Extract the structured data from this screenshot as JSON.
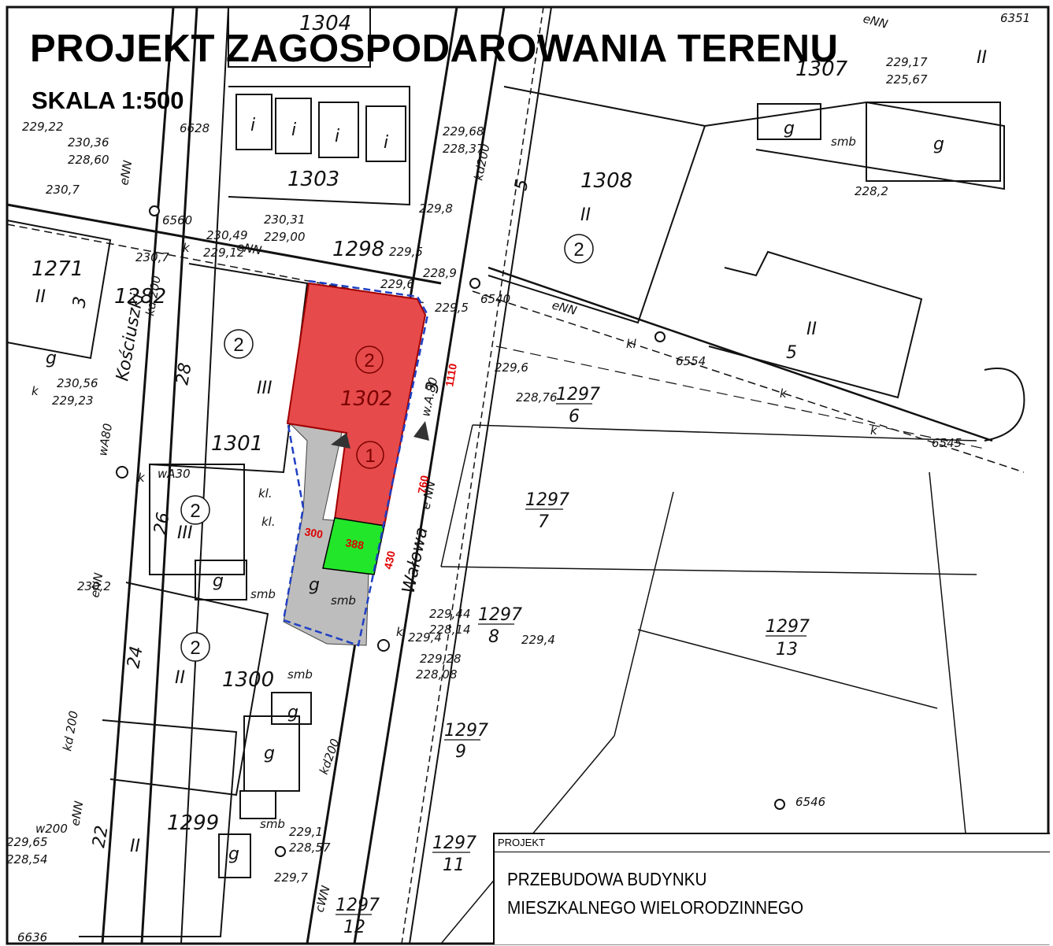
{
  "title": "PROJEKT ZAGOSPODAROWANIA TERENU",
  "scale": "SKALA 1:500",
  "title_block": {
    "label": "PROJEKT",
    "line1": "PRZEBUDOWA BUDYNKU",
    "line2": "MIESZKALNEGO WIELORODZINNEGO"
  },
  "colors": {
    "site_fill": "#e64a4a",
    "green_area": "#22e62a",
    "boundary": "#1f3fc4",
    "paved_fill": "#bdbdbd",
    "dimension_text": "#e00000"
  },
  "parcels": [
    "1304",
    "1303",
    "1298",
    "1271",
    "1282",
    "1301",
    "1302",
    "1300",
    "1299",
    "1307",
    "1308",
    "5",
    "6545",
    "6546",
    "6351",
    "6554",
    "6540",
    "6628",
    "6560",
    "6636"
  ],
  "parcel_fractions": [
    {
      "num": "1297",
      "den": "6"
    },
    {
      "num": "1297",
      "den": "7"
    },
    {
      "num": "1297",
      "den": "8"
    },
    {
      "num": "1297",
      "den": "13"
    },
    {
      "num": "1297",
      "den": "9"
    },
    {
      "num": "1297",
      "den": "11"
    },
    {
      "num": "1297",
      "den": "12"
    }
  ],
  "building_floors": [
    "II",
    "III",
    "III",
    "II",
    "II",
    "II",
    "II",
    "II"
  ],
  "house_numbers": [
    "28",
    "26",
    "24",
    "22",
    "3",
    "5",
    "3"
  ],
  "building_codes": [
    "g",
    "g",
    "g",
    "g",
    "g",
    "g",
    "g",
    "g",
    "smb",
    "smb",
    "smb",
    "smb",
    "smb",
    "i",
    "i",
    "i",
    "i",
    "kl",
    "kl.",
    "kl.",
    "k",
    "k",
    "k",
    "k",
    "k",
    "k"
  ],
  "circled_numbers": [
    "2",
    "2",
    "2",
    "2",
    "2",
    "1"
  ],
  "streets": [
    "Kościuszki",
    "Wałowa"
  ],
  "utilities": [
    "eNN",
    "eNN",
    "eNN",
    "eNN",
    "eNN",
    "eNN",
    "e NN",
    "wA30",
    "wA80",
    "w.A.80",
    "w200",
    "kd 200",
    "kd 200",
    "kd200",
    "kd200",
    "cWN"
  ],
  "elevations": [
    "230,49",
    "229,12",
    "230,31",
    "229,00",
    "229,5",
    "229,6",
    "228,9",
    "229,5",
    "229,6",
    "228,76",
    "229,68",
    "228,37",
    "229,8",
    "230,56",
    "229,23",
    "229,22",
    "230,36",
    "228,60",
    "230,7",
    "230,7",
    "230,2",
    "229,44",
    "228,14",
    "229,4",
    "229,28",
    "228,08",
    "229,4",
    "229,1",
    "228,57",
    "229,7",
    "229,65",
    "228,54",
    "229,17",
    "225,67",
    "228,2"
  ],
  "dimensions": [
    "300",
    "388",
    "760",
    "1110",
    "430"
  ]
}
